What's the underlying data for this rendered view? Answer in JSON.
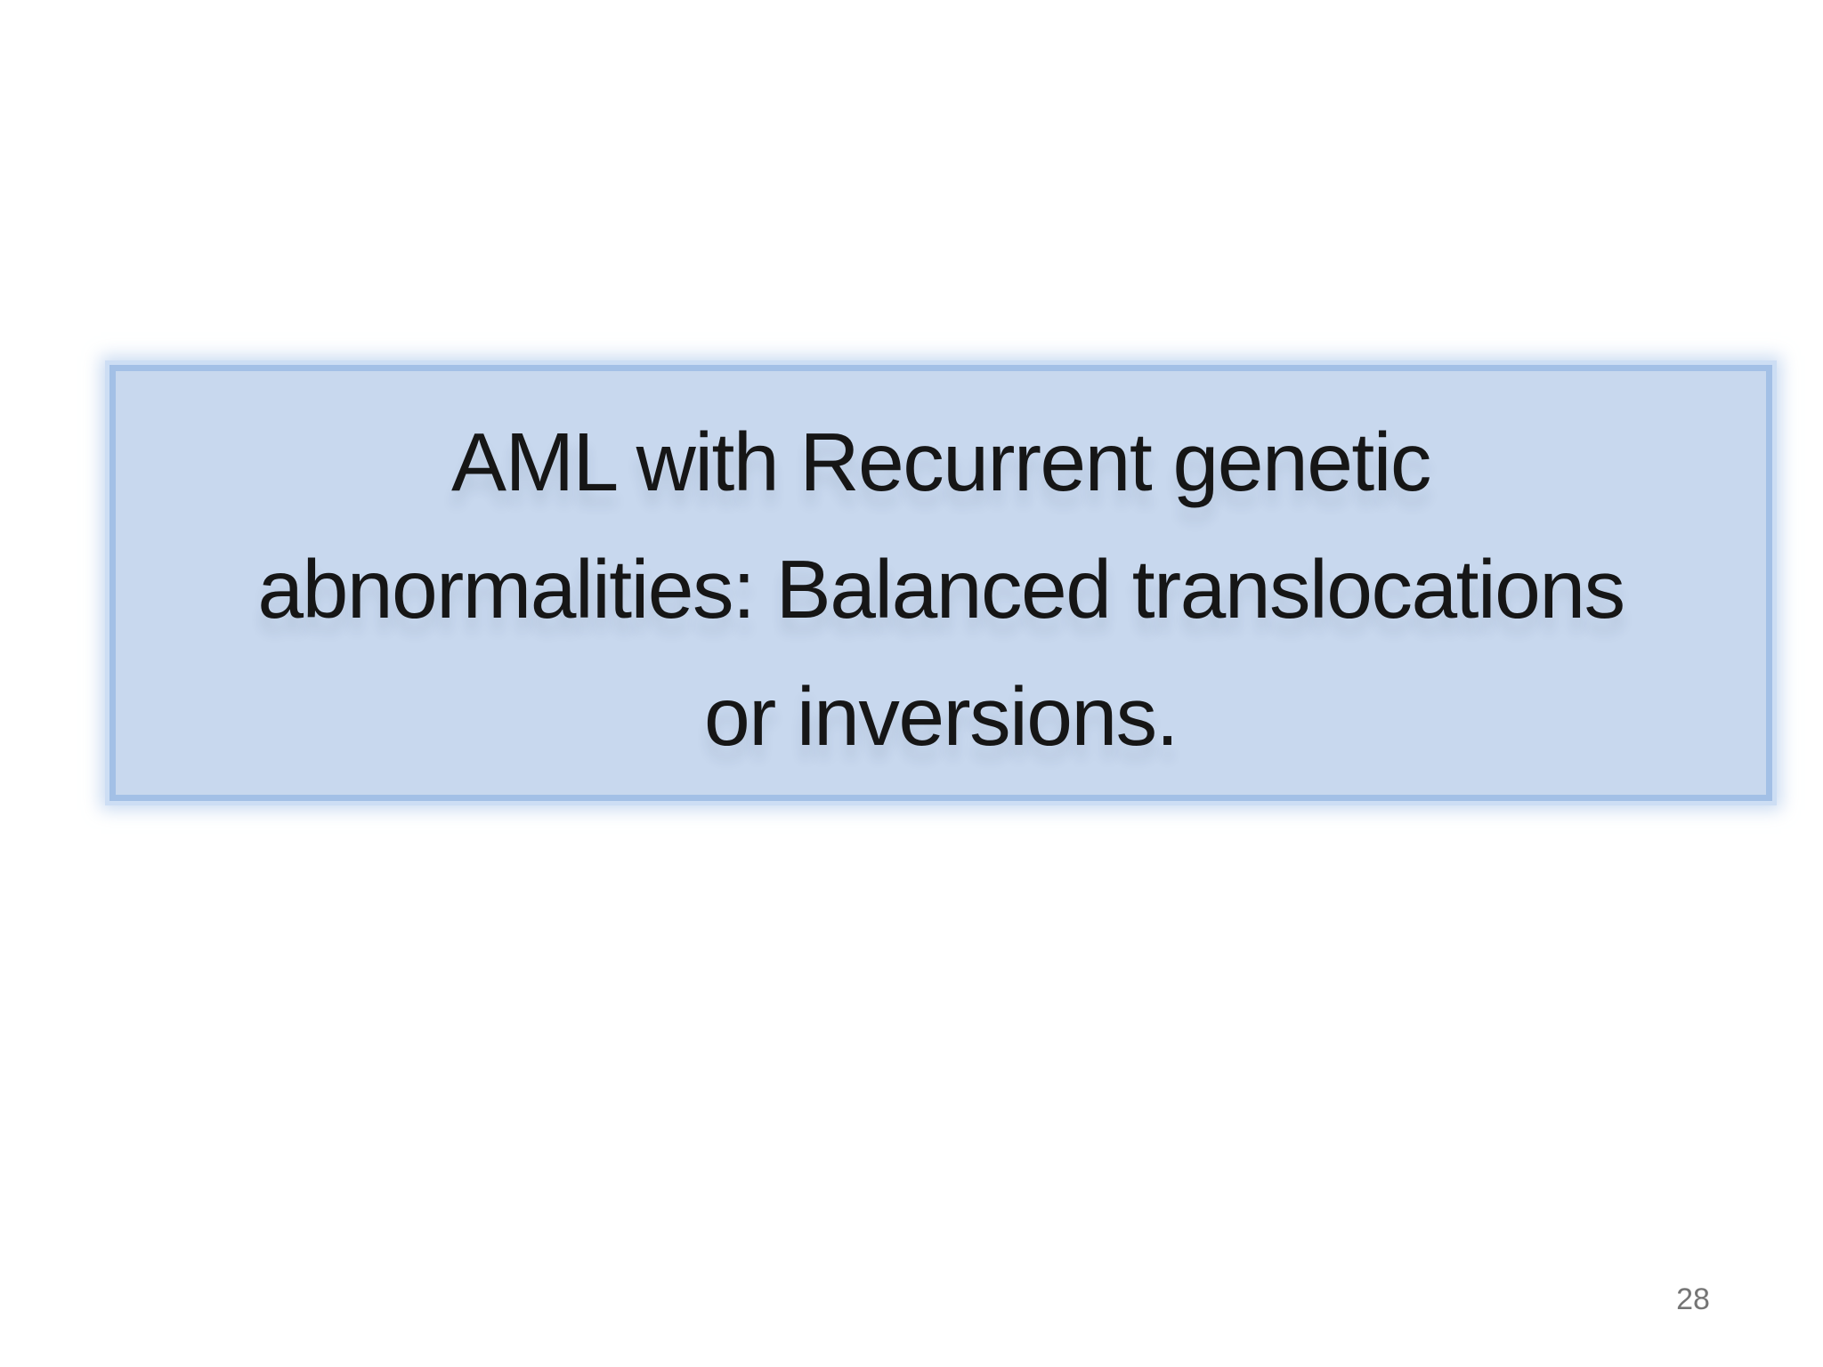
{
  "slide": {
    "background_color": "#ffffff",
    "title_box": {
      "full_text": "AML with Recurrent genetic abnormalities: Balanced translocations or inversions.",
      "lines": [
        "AML with Recurrent genetic",
        "abnormalities: Balanced translocations",
        "or inversions."
      ],
      "fill_color": "#c8d8ee",
      "border_color": "#a3c0e6",
      "text_color": "#161616"
    },
    "page_number": {
      "value": "28",
      "color": "#757575"
    }
  }
}
